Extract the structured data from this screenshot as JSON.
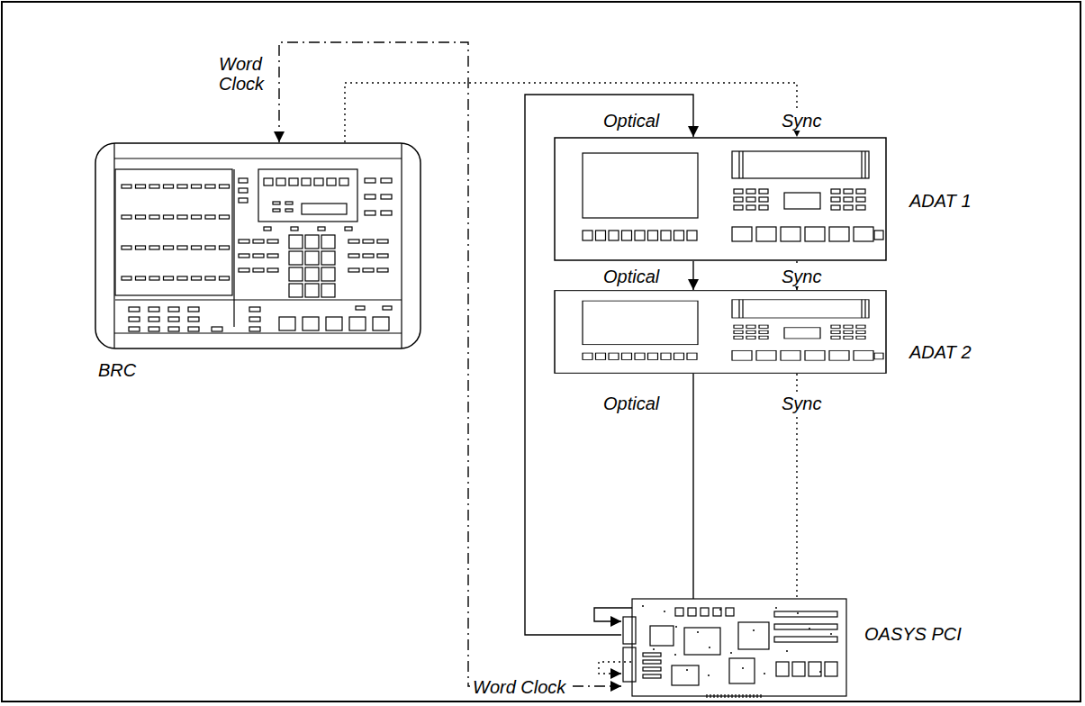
{
  "diagram": {
    "nodes": [
      {
        "text": [
          "BRC"
        ]
      },
      {
        "text": [
          "ADAT 1"
        ]
      },
      {
        "text": [
          "ADAT 2"
        ]
      },
      {
        "text": [
          "OASYS PCI"
        ]
      }
    ],
    "edges": [
      {
        "from": 0,
        "to": 1,
        "label": "Sync",
        "arrow": "to"
      },
      {
        "from": 3,
        "to": 1,
        "label": "Optical",
        "arrow": "to"
      },
      {
        "from": 1,
        "to": 2,
        "label": "Optical",
        "arrow": "to"
      },
      {
        "from": 1,
        "to": 2,
        "label": "Sync",
        "arrow": "to"
      },
      {
        "from": 2,
        "to": 3,
        "label": "Optical",
        "arrow": "to"
      },
      {
        "from": 2,
        "to": 3,
        "label": "Sync",
        "arrow": "to"
      },
      {
        "from": 0,
        "to": 3,
        "label": "Word Clock",
        "arrow": "both"
      }
    ],
    "labels": [
      "Word Clock"
    ]
  }
}
